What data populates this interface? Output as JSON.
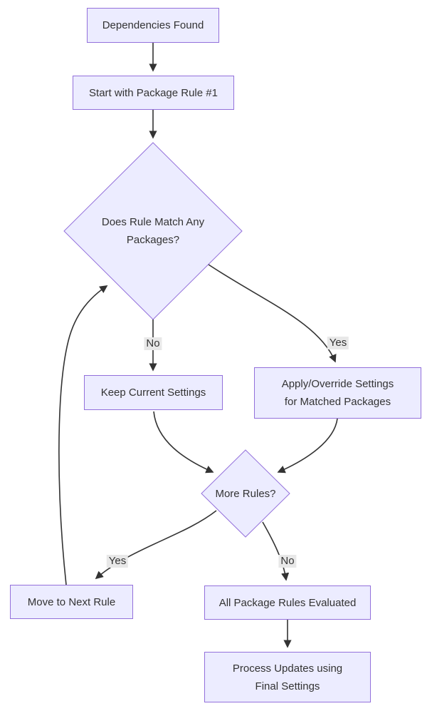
{
  "diagram": {
    "type": "flowchart",
    "direction": "top-down",
    "colors": {
      "background": "#ffffff",
      "node_fill": "#ECECFF",
      "node_border": "#9370DB",
      "edge": "#333333",
      "text": "#333333",
      "edge_label_bg": "#e8e8e8"
    },
    "nodes": {
      "dependencies_found": {
        "shape": "rect",
        "lines": [
          "Dependencies Found"
        ]
      },
      "start_rule_1": {
        "shape": "rect",
        "lines": [
          "Start with Package Rule #1"
        ]
      },
      "rule_match": {
        "shape": "diamond",
        "lines": [
          "Does Rule Match Any",
          "Packages?"
        ]
      },
      "keep_settings": {
        "shape": "rect",
        "lines": [
          "Keep Current Settings"
        ]
      },
      "apply_override": {
        "shape": "rect",
        "lines": [
          "Apply/Override Settings",
          "for Matched Packages"
        ]
      },
      "more_rules": {
        "shape": "diamond",
        "lines": [
          "More Rules?"
        ]
      },
      "move_next_rule": {
        "shape": "rect",
        "lines": [
          "Move to Next Rule"
        ]
      },
      "all_rules_evaluated": {
        "shape": "rect",
        "lines": [
          "All Package Rules Evaluated"
        ]
      },
      "process_updates": {
        "shape": "rect",
        "lines": [
          "Process Updates using",
          "Final Settings"
        ]
      }
    },
    "edges": [
      {
        "from": "dependencies_found",
        "to": "start_rule_1",
        "label": ""
      },
      {
        "from": "start_rule_1",
        "to": "rule_match",
        "label": ""
      },
      {
        "from": "rule_match",
        "to": "keep_settings",
        "label": "No"
      },
      {
        "from": "rule_match",
        "to": "apply_override",
        "label": "Yes"
      },
      {
        "from": "keep_settings",
        "to": "more_rules",
        "label": ""
      },
      {
        "from": "apply_override",
        "to": "more_rules",
        "label": ""
      },
      {
        "from": "more_rules",
        "to": "move_next_rule",
        "label": "Yes"
      },
      {
        "from": "more_rules",
        "to": "all_rules_evaluated",
        "label": "No"
      },
      {
        "from": "move_next_rule",
        "to": "rule_match",
        "label": ""
      },
      {
        "from": "all_rules_evaluated",
        "to": "process_updates",
        "label": ""
      }
    ]
  }
}
